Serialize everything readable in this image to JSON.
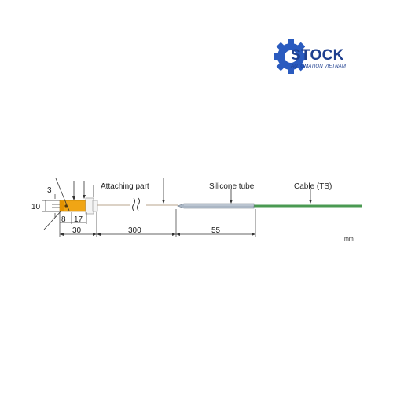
{
  "logo": {
    "brand": "STOCK",
    "tagline": "AUTOMATION VIETNAM",
    "icon": "gear-icon",
    "color": "#1e3f8f"
  },
  "diagram": {
    "labels": {
      "attaching_part": "Attaching part",
      "silicone_tube": "Silicone tube",
      "cable": "Cable (TS)"
    },
    "dimensions": {
      "d3": "3",
      "d10": "10",
      "d8": "8",
      "d17": "17",
      "d30": "30",
      "d300": "300",
      "d55": "55"
    },
    "unit": "mm",
    "colors": {
      "sensor_head": "#f0a515",
      "cable": "#4a9a52",
      "tube": "#9aa8b8",
      "line": "#333333"
    }
  }
}
